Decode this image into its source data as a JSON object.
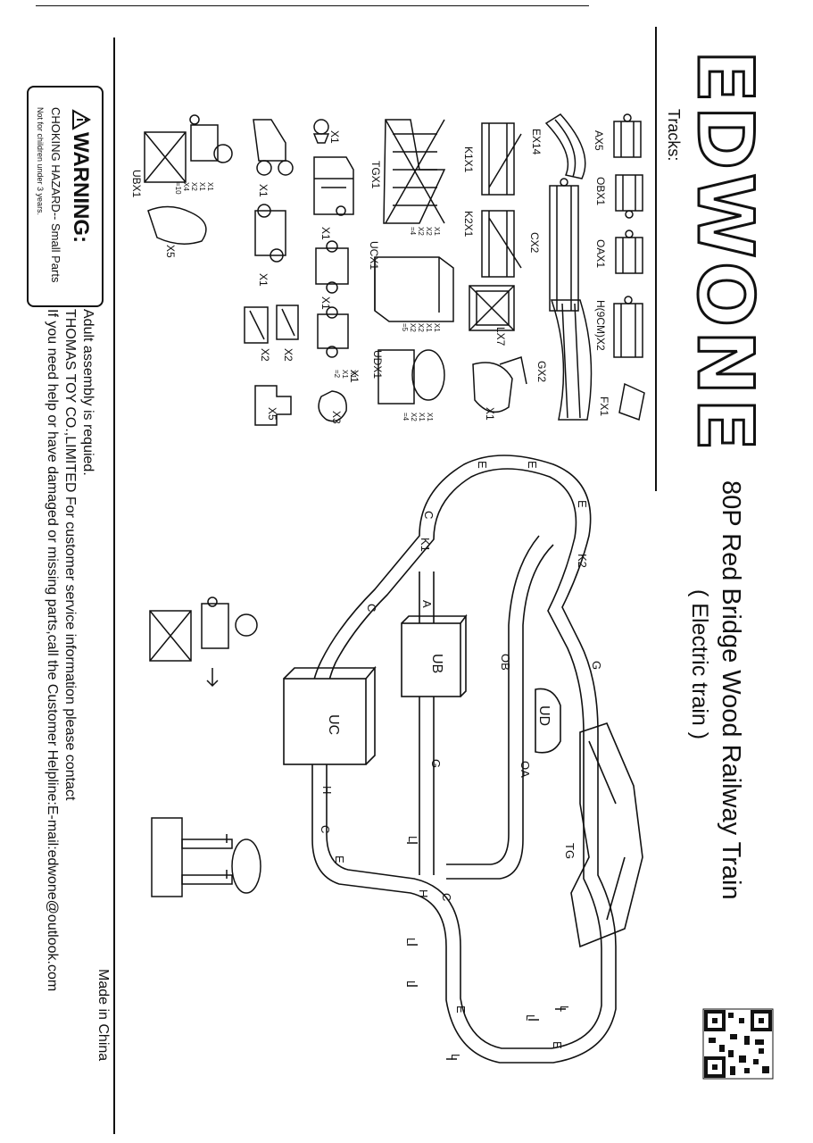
{
  "brand": {
    "logo_text": "EDWONE"
  },
  "tracks_heading": "Tracks:",
  "title": "80P Red Bridge Wood Railway Train",
  "subtitle": "( Electric train )",
  "warning": {
    "title": "WARNING:",
    "line1": "CHOKING HAZARD-- Small Parts",
    "line2": "Not for children under 3 years."
  },
  "assembly_lines": [
    "Adult assembly is requied.",
    "THOMAS TOY CO.,LIMITED For customer service information please contact",
    "If you need help or have damaged or missing parts,call the Customer Helpline:E-mail:edwone@outlook.com"
  ],
  "made_in": "Made in China",
  "parts": [
    {
      "code": "AX5"
    },
    {
      "code": "OBX1"
    },
    {
      "code": "OAX1"
    },
    {
      "code": "H(9CM)X2"
    },
    {
      "code": "FX1"
    },
    {
      "code": "EX14"
    },
    {
      "code": "CX2"
    },
    {
      "code": "GX2"
    },
    {
      "code": "K1X1"
    },
    {
      "code": "K2X1"
    },
    {
      "code": "LX7"
    },
    {
      "code": "X1"
    },
    {
      "code": "TGX1"
    },
    {
      "code": "UCX1"
    },
    {
      "code": "UDX1"
    },
    {
      "code": "X1"
    },
    {
      "code": "X1"
    },
    {
      "code": "X1"
    },
    {
      "code": "X1"
    },
    {
      "code": "X3"
    },
    {
      "code": "X1"
    },
    {
      "code": "X1"
    },
    {
      "code": "X2"
    },
    {
      "code": "X2"
    },
    {
      "code": "X5"
    },
    {
      "code": "UBX1"
    },
    {
      "code": "X5"
    }
  ],
  "qty_blocks": [
    {
      "text": "X1\nX2\nX2\n=4"
    },
    {
      "text": "X1\nX1\nX2\nX2\n=5"
    },
    {
      "text": "X1\nX1\nX2\n=4"
    },
    {
      "text": "X1\nX1\n=2"
    },
    {
      "text": "X1\nX1\nX2\nX4\n=10"
    }
  ],
  "layout_labels": [
    {
      "text": "UC"
    },
    {
      "text": "UB"
    },
    {
      "text": "UD"
    },
    {
      "text": "OB"
    },
    {
      "text": "TG"
    },
    {
      "text": "K1"
    },
    {
      "text": "K2"
    },
    {
      "text": "OA"
    },
    {
      "text": "A"
    },
    {
      "text": "E"
    },
    {
      "text": "E"
    },
    {
      "text": "E"
    },
    {
      "text": "E"
    },
    {
      "text": "E"
    },
    {
      "text": "E"
    },
    {
      "text": "C"
    },
    {
      "text": "C"
    },
    {
      "text": "C"
    },
    {
      "text": "C"
    },
    {
      "text": "G"
    },
    {
      "text": "G"
    },
    {
      "text": "H"
    },
    {
      "text": "H"
    },
    {
      "text": "L"
    },
    {
      "text": "L"
    },
    {
      "text": "L"
    },
    {
      "text": "L"
    },
    {
      "text": "L"
    },
    {
      "text": "L"
    }
  ]
}
